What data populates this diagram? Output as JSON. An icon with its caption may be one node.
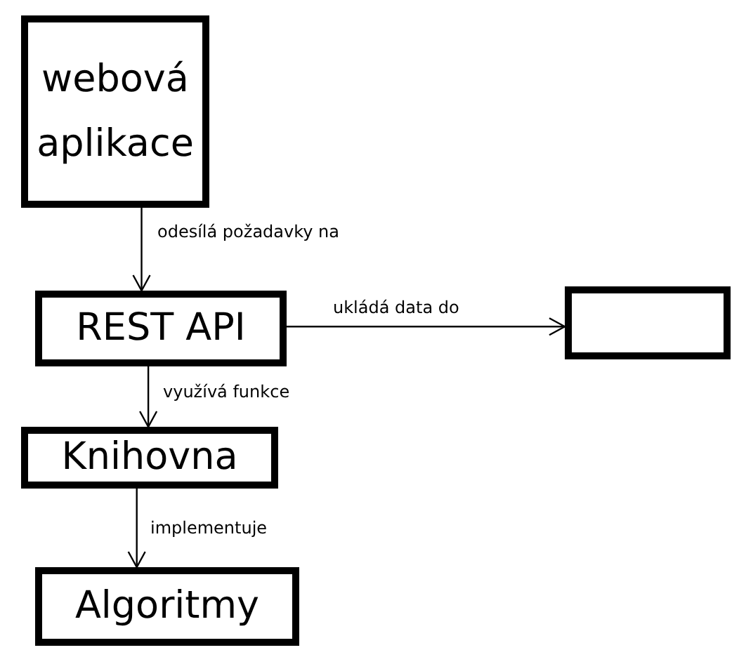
{
  "diagram": {
    "nodes": [
      {
        "text": [
          "webová aplikace"
        ]
      },
      {
        "text": [
          "REST API"
        ]
      },
      {
        "text": [],
        "shape": "box"
      },
      {
        "text": [
          "Knihovna"
        ]
      },
      {
        "text": [
          "Algoritmy"
        ]
      }
    ],
    "edges": [
      {
        "from": 0,
        "to": 1,
        "arrow": "to",
        "label": "odesílá požadavky na"
      },
      {
        "from": 1,
        "to": 2,
        "arrow": "to",
        "label": "ukládá data do"
      },
      {
        "from": 1,
        "to": 3,
        "arrow": "to",
        "label": "využívá funkce"
      },
      {
        "from": 3,
        "to": 4,
        "arrow": "to",
        "label": "implementuje"
      }
    ]
  }
}
